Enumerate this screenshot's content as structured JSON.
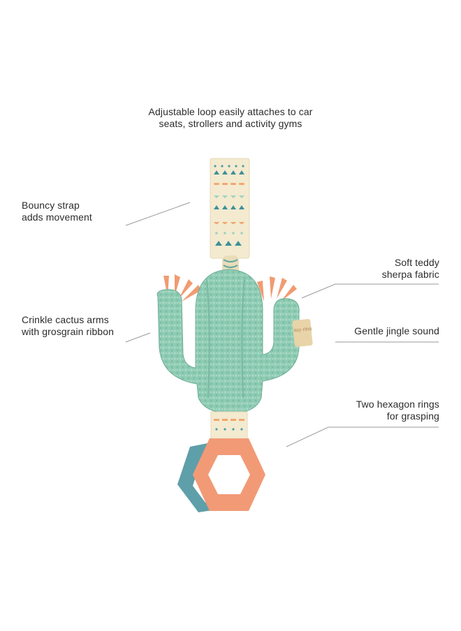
{
  "callouts": {
    "top": {
      "line1": "Adjustable loop easily attaches to car",
      "line2": "seats, strollers and activity gyms"
    },
    "strap": {
      "line1": "Bouncy strap",
      "line2": "adds movement"
    },
    "arms": {
      "line1": "Crinkle cactus arms",
      "line2": "with grosgrain ribbon"
    },
    "fabric": {
      "line1": "Soft teddy",
      "line2": "sherpa fabric"
    },
    "jingle": {
      "line1": "Gentle jingle sound"
    },
    "rings": {
      "line1": "Two hexagon rings",
      "line2": "for grasping"
    }
  },
  "colors": {
    "cactus": "#8ecbb3",
    "ribbon": "#f19b72",
    "strap": "#f3ead0",
    "ring_front": "#f29a76",
    "ring_back": "#5f9fa9",
    "leader": "#9a9a9a"
  }
}
